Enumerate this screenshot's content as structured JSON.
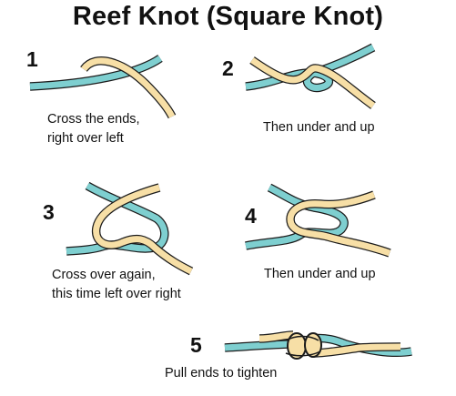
{
  "title": "Reef Knot (Square Knot)",
  "colors": {
    "rope_blue": "#7ecfd0",
    "rope_cream": "#f7dfa6",
    "outline": "#1b1b1b"
  },
  "steps": [
    {
      "number": "1",
      "caption_lines": [
        "Cross the ends,",
        "right over left"
      ]
    },
    {
      "number": "2",
      "caption_lines": [
        "Then under and up"
      ]
    },
    {
      "number": "3",
      "caption_lines": [
        "Cross over again,",
        "this time left over right"
      ]
    },
    {
      "number": "4",
      "caption_lines": [
        "Then under and up"
      ]
    },
    {
      "number": "5",
      "caption_lines": [
        "Pull ends to tighten"
      ]
    }
  ]
}
